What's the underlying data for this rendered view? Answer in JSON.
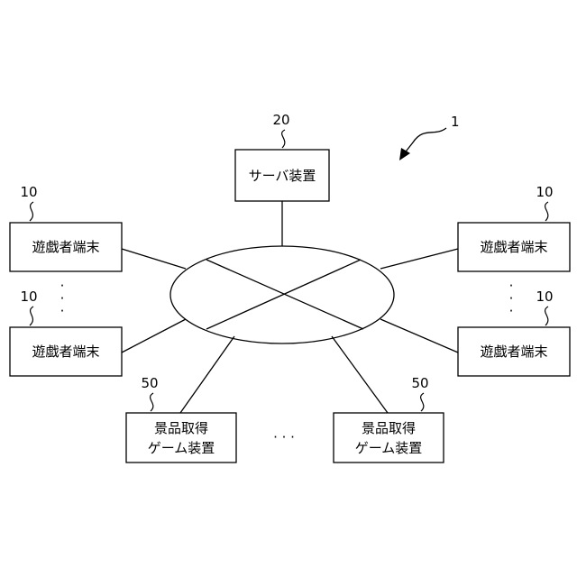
{
  "figure_ref": "1",
  "server": {
    "label": "サーバ装置",
    "ref": "20"
  },
  "player_terminal_label": "遊戯者端末",
  "player_terminal_ref": "10",
  "prize_machine": {
    "line1": "景品取得",
    "line2": "ゲーム装置",
    "ref": "50"
  },
  "ellipsis_vertical": "·",
  "ellipsis_horizontal": "· · ·"
}
